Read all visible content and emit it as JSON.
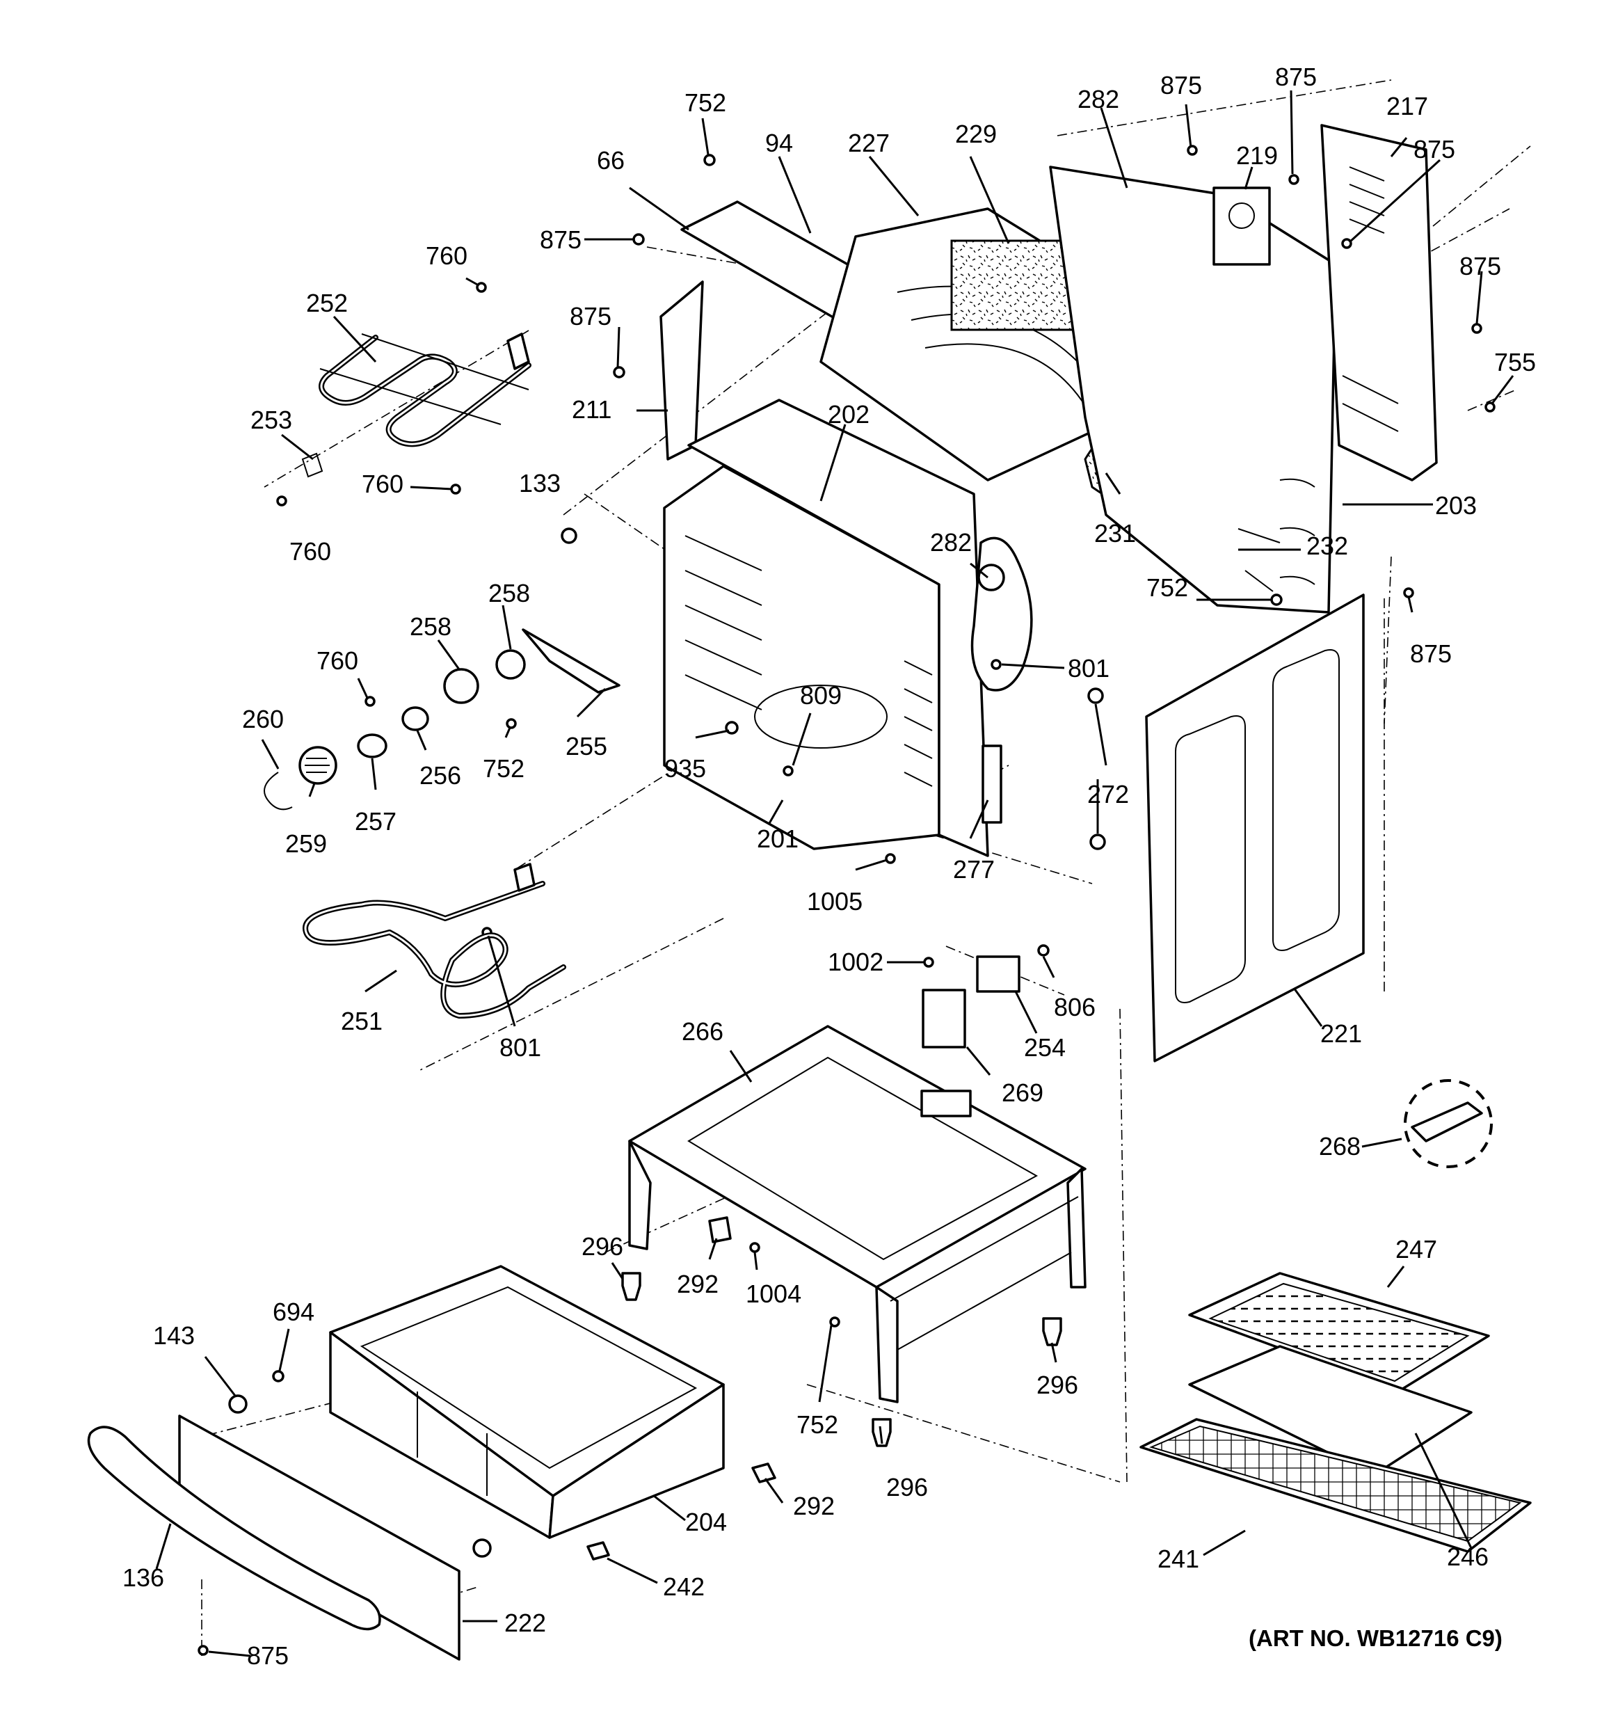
{
  "art_number": "(ART NO. WB12716 C9)",
  "callouts": [
    {
      "id": "c-752-top",
      "text": "752"
    },
    {
      "id": "c-66",
      "text": "66"
    },
    {
      "id": "c-94",
      "text": "94"
    },
    {
      "id": "c-227",
      "text": "227"
    },
    {
      "id": "c-229",
      "text": "229"
    },
    {
      "id": "c-282-top",
      "text": "282"
    },
    {
      "id": "c-875-a",
      "text": "875"
    },
    {
      "id": "c-875-b",
      "text": "875"
    },
    {
      "id": "c-217",
      "text": "217"
    },
    {
      "id": "c-219",
      "text": "219"
    },
    {
      "id": "c-875-c",
      "text": "875"
    },
    {
      "id": "c-875-left",
      "text": "875"
    },
    {
      "id": "c-760-top",
      "text": "760"
    },
    {
      "id": "c-252",
      "text": "252"
    },
    {
      "id": "c-875-d",
      "text": "875"
    },
    {
      "id": "c-875-e",
      "text": "875"
    },
    {
      "id": "c-755",
      "text": "755"
    },
    {
      "id": "c-211",
      "text": "211"
    },
    {
      "id": "c-202",
      "text": "202"
    },
    {
      "id": "c-253",
      "text": "253"
    },
    {
      "id": "c-760-mid",
      "text": "760"
    },
    {
      "id": "c-133",
      "text": "133"
    },
    {
      "id": "c-760-low",
      "text": "760"
    },
    {
      "id": "c-203",
      "text": "203"
    },
    {
      "id": "c-231",
      "text": "231"
    },
    {
      "id": "c-232",
      "text": "232"
    },
    {
      "id": "c-282-mid",
      "text": "282"
    },
    {
      "id": "c-752-right",
      "text": "752"
    },
    {
      "id": "c-875-f",
      "text": "875"
    },
    {
      "id": "c-258-a",
      "text": "258"
    },
    {
      "id": "c-258-b",
      "text": "258"
    },
    {
      "id": "c-760-elem",
      "text": "760"
    },
    {
      "id": "c-801-top",
      "text": "801"
    },
    {
      "id": "c-260",
      "text": "260"
    },
    {
      "id": "c-809",
      "text": "809"
    },
    {
      "id": "c-255",
      "text": "255"
    },
    {
      "id": "c-256",
      "text": "256"
    },
    {
      "id": "c-752-mid",
      "text": "752"
    },
    {
      "id": "c-935",
      "text": "935"
    },
    {
      "id": "c-272",
      "text": "272"
    },
    {
      "id": "c-257",
      "text": "257"
    },
    {
      "id": "c-259",
      "text": "259"
    },
    {
      "id": "c-201",
      "text": "201"
    },
    {
      "id": "c-277",
      "text": "277"
    },
    {
      "id": "c-1005",
      "text": "1005"
    },
    {
      "id": "c-1002",
      "text": "1002"
    },
    {
      "id": "c-806",
      "text": "806"
    },
    {
      "id": "c-251",
      "text": "251"
    },
    {
      "id": "c-801-low",
      "text": "801"
    },
    {
      "id": "c-254",
      "text": "254"
    },
    {
      "id": "c-221",
      "text": "221"
    },
    {
      "id": "c-266",
      "text": "266"
    },
    {
      "id": "c-269",
      "text": "269"
    },
    {
      "id": "c-268",
      "text": "268"
    },
    {
      "id": "c-296-a",
      "text": "296"
    },
    {
      "id": "c-292-a",
      "text": "292"
    },
    {
      "id": "c-1004",
      "text": "1004"
    },
    {
      "id": "c-247",
      "text": "247"
    },
    {
      "id": "c-694",
      "text": "694"
    },
    {
      "id": "c-143",
      "text": "143"
    },
    {
      "id": "c-296-b",
      "text": "296"
    },
    {
      "id": "c-752-low",
      "text": "752"
    },
    {
      "id": "c-296-c",
      "text": "296"
    },
    {
      "id": "c-292-b",
      "text": "292"
    },
    {
      "id": "c-204",
      "text": "204"
    },
    {
      "id": "c-136",
      "text": "136"
    },
    {
      "id": "c-241",
      "text": "241"
    },
    {
      "id": "c-246",
      "text": "246"
    },
    {
      "id": "c-242",
      "text": "242"
    },
    {
      "id": "c-222",
      "text": "222"
    },
    {
      "id": "c-875-bottom",
      "text": "875"
    }
  ]
}
